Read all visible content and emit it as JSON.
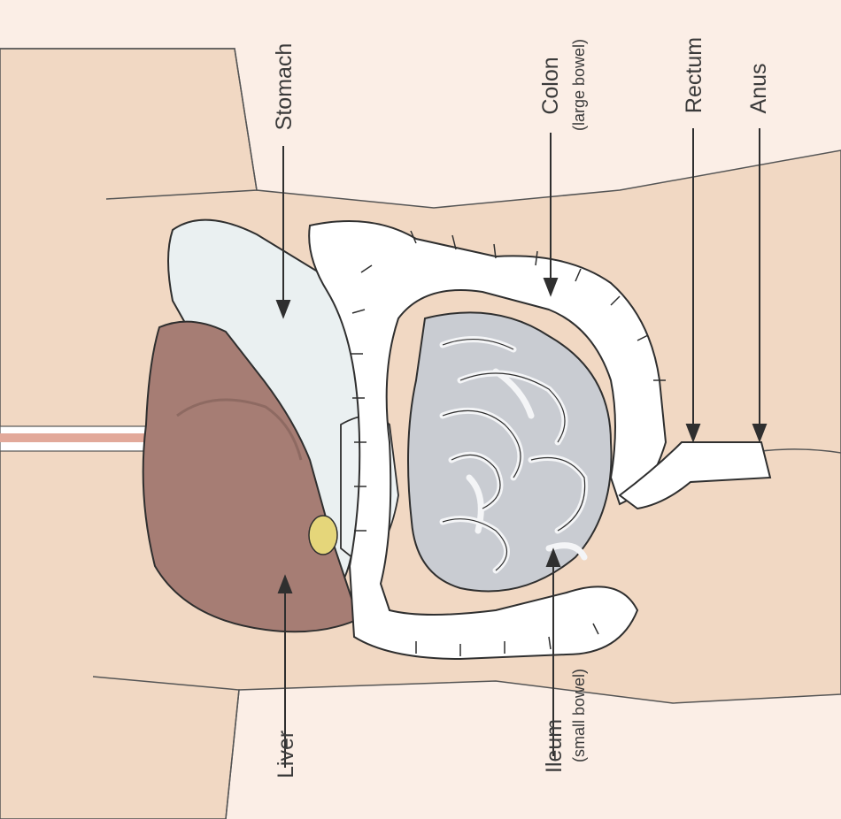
{
  "labels": {
    "stomach": "Stomach",
    "colon": "Colon",
    "colon_sub": "(large bowel)",
    "rectum": "Rectum",
    "anus": "Anus",
    "ileum": "Ileum",
    "ileum_sub": "(small bowel)",
    "liver": "Liver"
  },
  "colors": {
    "background": "#fbeee6",
    "body": "#f1d8c3",
    "liver": "#a67d74",
    "stomach": "#eaf0f1",
    "colon": "#ffffff",
    "small_bowel": "#c9ccd2",
    "gallbladder": "#e5d67a",
    "outline": "#2f2f2f"
  }
}
